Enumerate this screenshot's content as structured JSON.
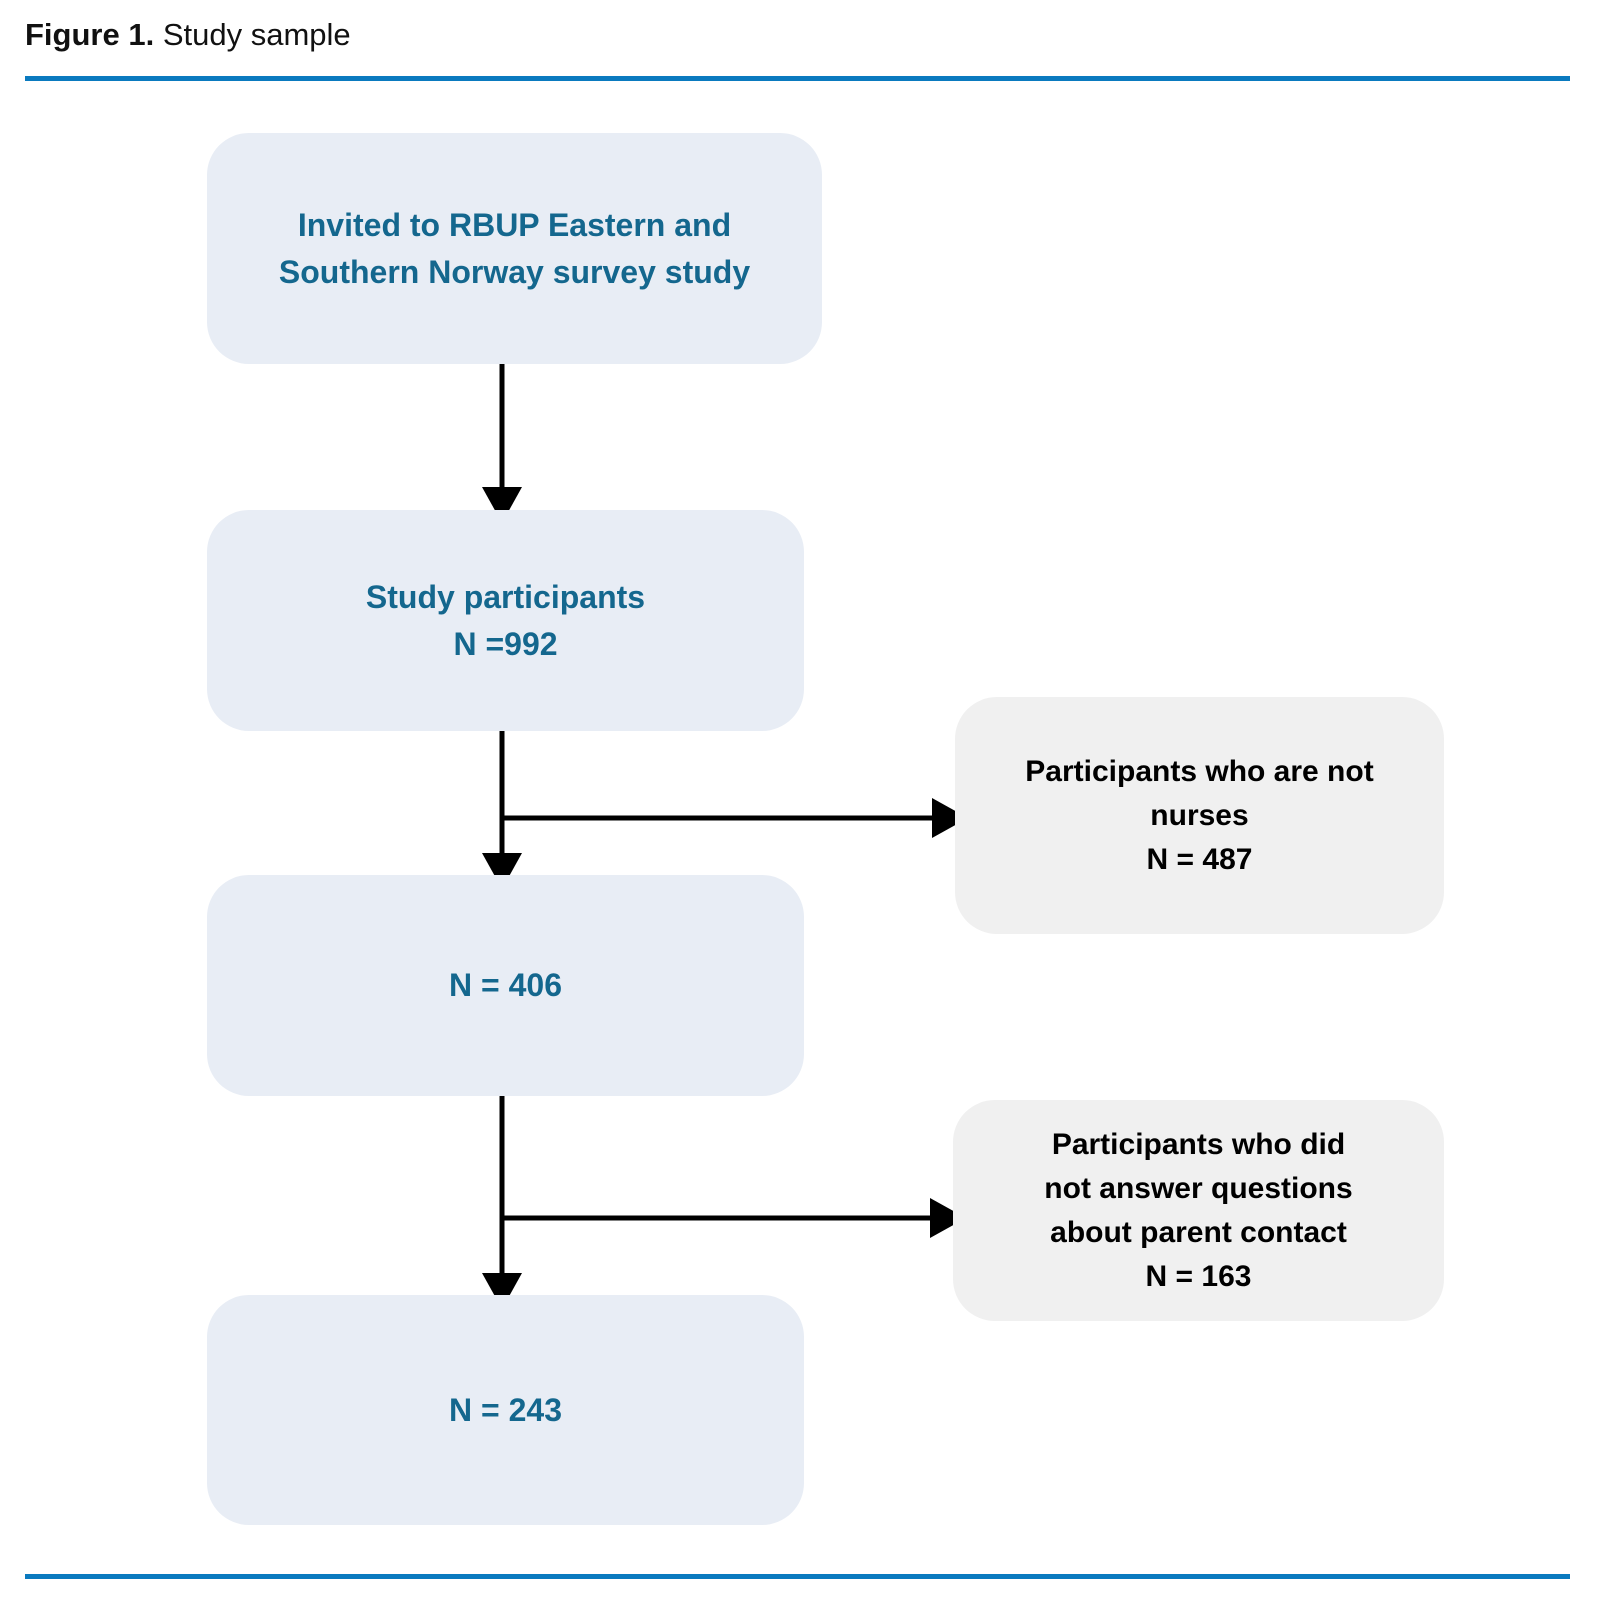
{
  "figure": {
    "label": "Figure 1.",
    "title": "Study sample",
    "rule_color": "#0A7ABF"
  },
  "colors": {
    "primary_box_fill": "#E8EDF5",
    "primary_box_text": "#14678E",
    "exclusion_box_fill": "#F0F0F0",
    "exclusion_box_text": "#000000",
    "connector": "#000000",
    "rule": "#0A7ABF"
  },
  "flow": {
    "nodes": [
      {
        "id": "invited",
        "kind": "primary",
        "text": "Invited to RBUP Eastern and\nSouthern Norway survey study"
      },
      {
        "id": "enrolled",
        "kind": "primary",
        "text": "Study participants\nN =992",
        "count": 992
      },
      {
        "id": "nurses",
        "kind": "primary",
        "text": "N = 406",
        "count": 406
      },
      {
        "id": "final",
        "kind": "primary",
        "text": "N = 243",
        "count": 243
      },
      {
        "id": "excluded-not-nurses",
        "kind": "exclusion",
        "text": "Participants who are not\nnurses\nN = 487",
        "count": 487
      },
      {
        "id": "excluded-no-parent-contact",
        "kind": "exclusion",
        "text": "Participants who did\nnot answer questions\nabout parent contact\nN = 163",
        "count": 163
      }
    ],
    "edges": [
      {
        "from": "invited",
        "to": "enrolled",
        "type": "down-arrow"
      },
      {
        "from": "enrolled",
        "to": "excluded-not-nurses",
        "type": "right-arrow"
      },
      {
        "from": "enrolled",
        "to": "nurses",
        "type": "down-arrow"
      },
      {
        "from": "nurses",
        "to": "excluded-no-parent-contact",
        "type": "right-arrow"
      },
      {
        "from": "nurses",
        "to": "final",
        "type": "down-arrow"
      }
    ]
  }
}
